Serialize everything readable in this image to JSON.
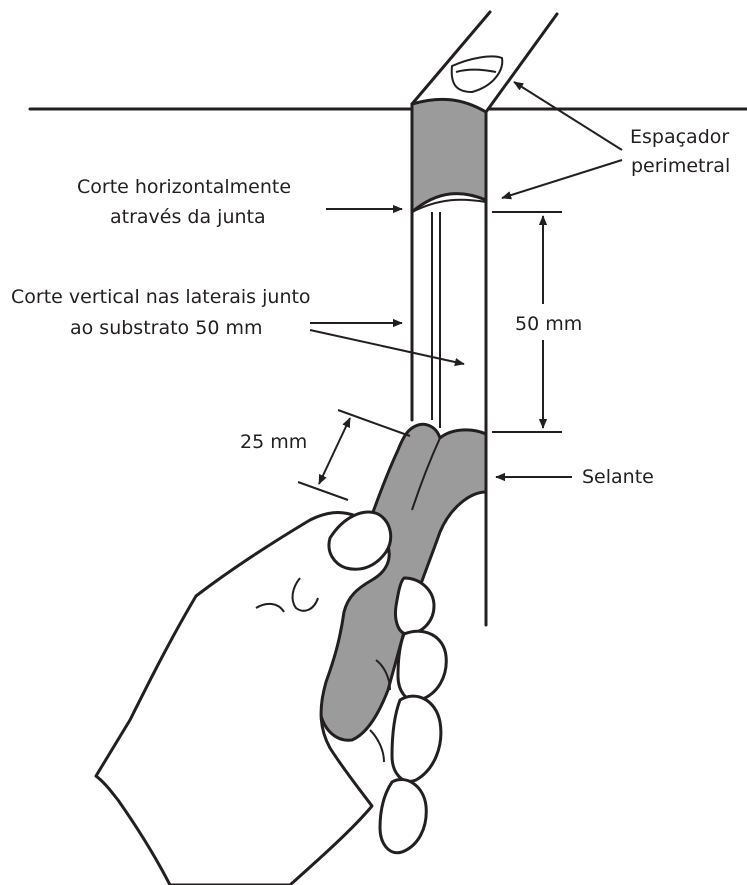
{
  "labels": {
    "spacer_line1": "Espaçador",
    "spacer_line2": "perimetral",
    "cut_horizontal_line1": "Corte horizontalmente",
    "cut_horizontal_line2": "através da junta",
    "cut_vertical_line1": "Corte vertical nas laterais junto",
    "cut_vertical_line2": "ao substrato 50 mm",
    "dim_50": "50 mm",
    "dim_25": "25 mm",
    "sealant": "Selante"
  },
  "colors": {
    "ink": "#231f20",
    "sealant_gray": "#9b9b9b",
    "background": "#ffffff"
  }
}
